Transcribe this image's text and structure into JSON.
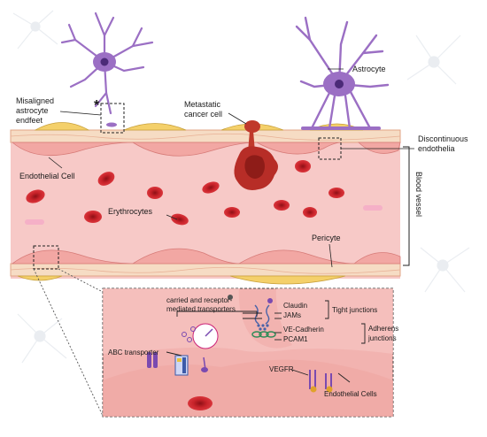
{
  "labels": {
    "astrocyte": "Astrocyte",
    "misaligned_line1": "Misaligned",
    "misaligned_line2": "astrocyte",
    "misaligned_line3": "endfeet",
    "asterisk": "*",
    "metastatic_line1": "Metastatic",
    "metastatic_line2": "cancer cell",
    "discontinuous_line1": "Discontinuous",
    "discontinuous_line2": "endothelia",
    "endothelial_cell": "Endothelial Cell",
    "erythrocytes": "Erythrocytes",
    "blood_vessel": "Blood vessel",
    "pericyte": "Pericyte"
  },
  "inset": {
    "transporters_line1": "carried and receptor-",
    "transporters_line2": "mediated transporters",
    "abc_transporter": "ABC transporter",
    "claudin": "Claudin",
    "jams": "JAMs",
    "tight_junctions": "Tight junctions",
    "ve_cadherin": "VE-Cadherin",
    "pcam1": "PCAM1",
    "adherens_line1": "Adherens",
    "adherens_line2": "junctions",
    "vegfr": "VEGFR",
    "endothelial_cells": "Endothelial Cells"
  },
  "colors": {
    "vessel_lumen": "#f7c9c7",
    "endothelium": "#f2a7a3",
    "basement": "#f6dcc4",
    "pericyte": "#f4d06a",
    "erythrocyte": "#c8232a",
    "astrocyte": "#9b6fc4",
    "cancer": "#c0392b",
    "inset_bg": "#f2b3b0"
  }
}
